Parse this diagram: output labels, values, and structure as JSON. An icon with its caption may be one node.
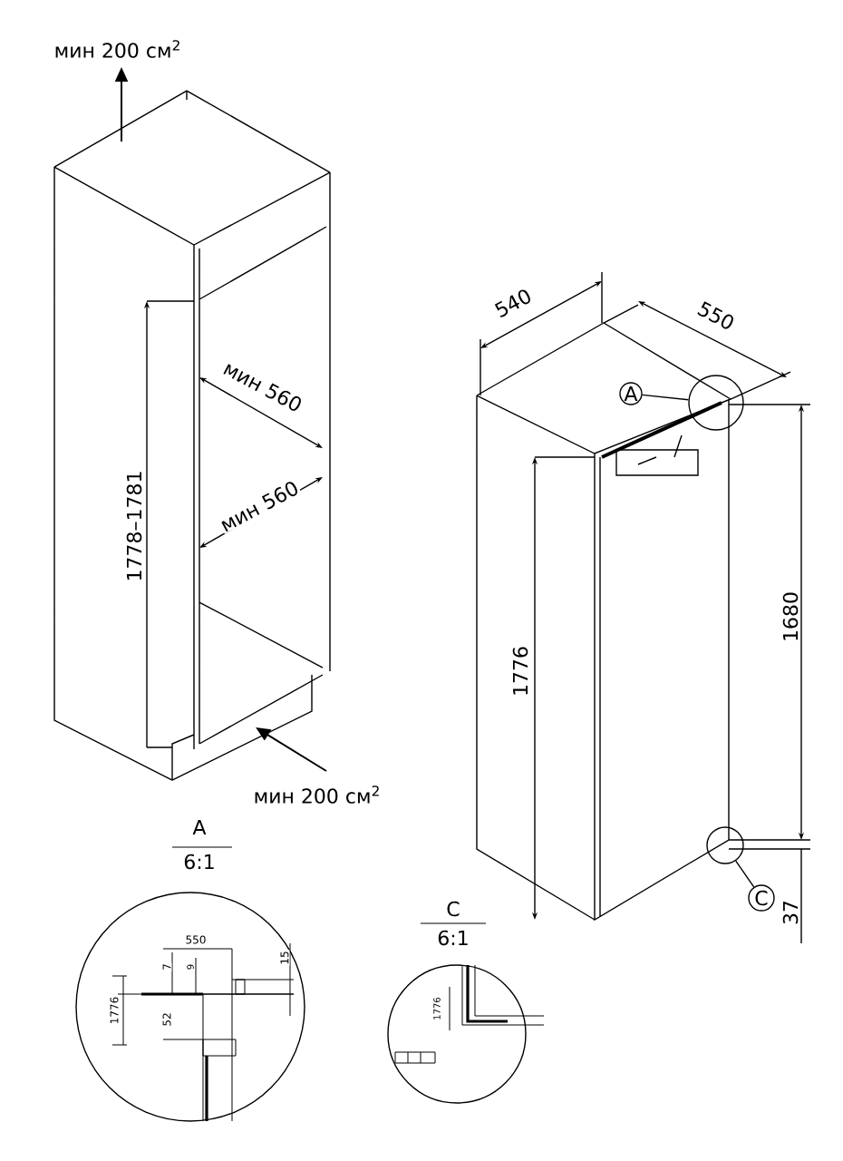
{
  "diagram": {
    "nodes": [
      {
        "text": [
          "A"
        ]
      },
      {
        "text": [],
        "shape": "circle"
      },
      {
        "text": [
          "C"
        ]
      },
      {
        "text": [],
        "shape": "circle"
      }
    ],
    "edges": [
      {
        "from": 0,
        "to": 1,
        "arrow": "none"
      },
      {
        "from": 2,
        "to": 3,
        "arrow": "none"
      }
    ],
    "labels": [
      "мин 200 см$^{2}$",
      "1778–1781",
      "мин 560",
      "мин 560",
      "мин 200 см$^{2}$",
      "540",
      "550",
      "1776",
      "1680",
      "37",
      "A",
      "6:1",
      "550",
      "7",
      "9",
      "15",
      "1776",
      "52",
      "C",
      "6:1",
      "1776"
    ]
  }
}
